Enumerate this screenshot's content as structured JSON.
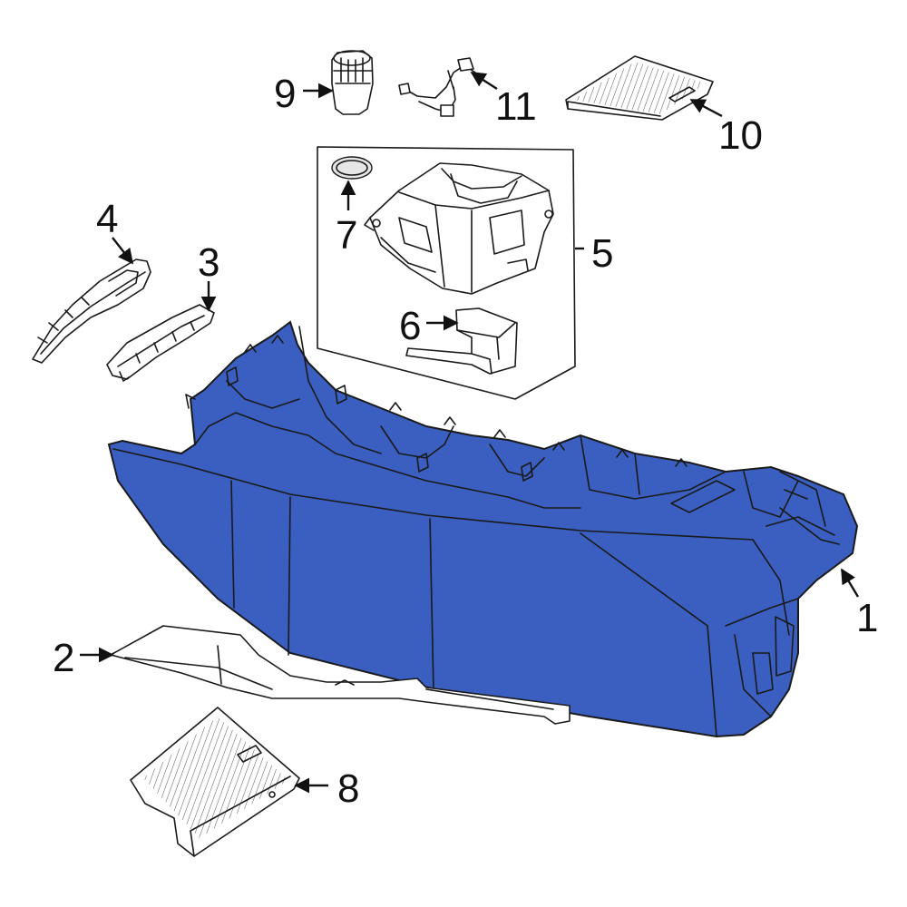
{
  "colors": {
    "highlight_fill": "#3a5fc0",
    "line": "#1a1a1a",
    "background": "#ffffff"
  },
  "callouts": [
    {
      "id": "1",
      "text": "1"
    },
    {
      "id": "2",
      "text": "2"
    },
    {
      "id": "3",
      "text": "3"
    },
    {
      "id": "4",
      "text": "4"
    },
    {
      "id": "5",
      "text": "5"
    },
    {
      "id": "6",
      "text": "6"
    },
    {
      "id": "7",
      "text": "7"
    },
    {
      "id": "8",
      "text": "8"
    },
    {
      "id": "9",
      "text": "9"
    },
    {
      "id": "10",
      "text": "10"
    },
    {
      "id": "11",
      "text": "11"
    }
  ]
}
